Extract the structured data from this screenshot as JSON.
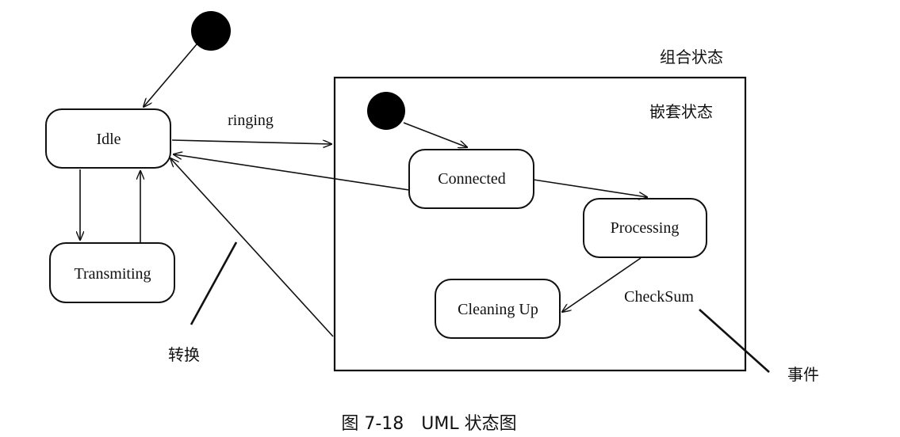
{
  "states": {
    "idle": "Idle",
    "transmiting": "Transmiting",
    "connected": "Connected",
    "processing": "Processing",
    "cleaning_up": "Cleaning Up"
  },
  "transitions": {
    "ringing": "ringing",
    "checksum": "CheckSum"
  },
  "annotations": {
    "composite_state": "组合状态",
    "nested_state": "嵌套状态",
    "transition": "转换",
    "event": "事件"
  },
  "caption": "图 7-18　UML 状态图"
}
